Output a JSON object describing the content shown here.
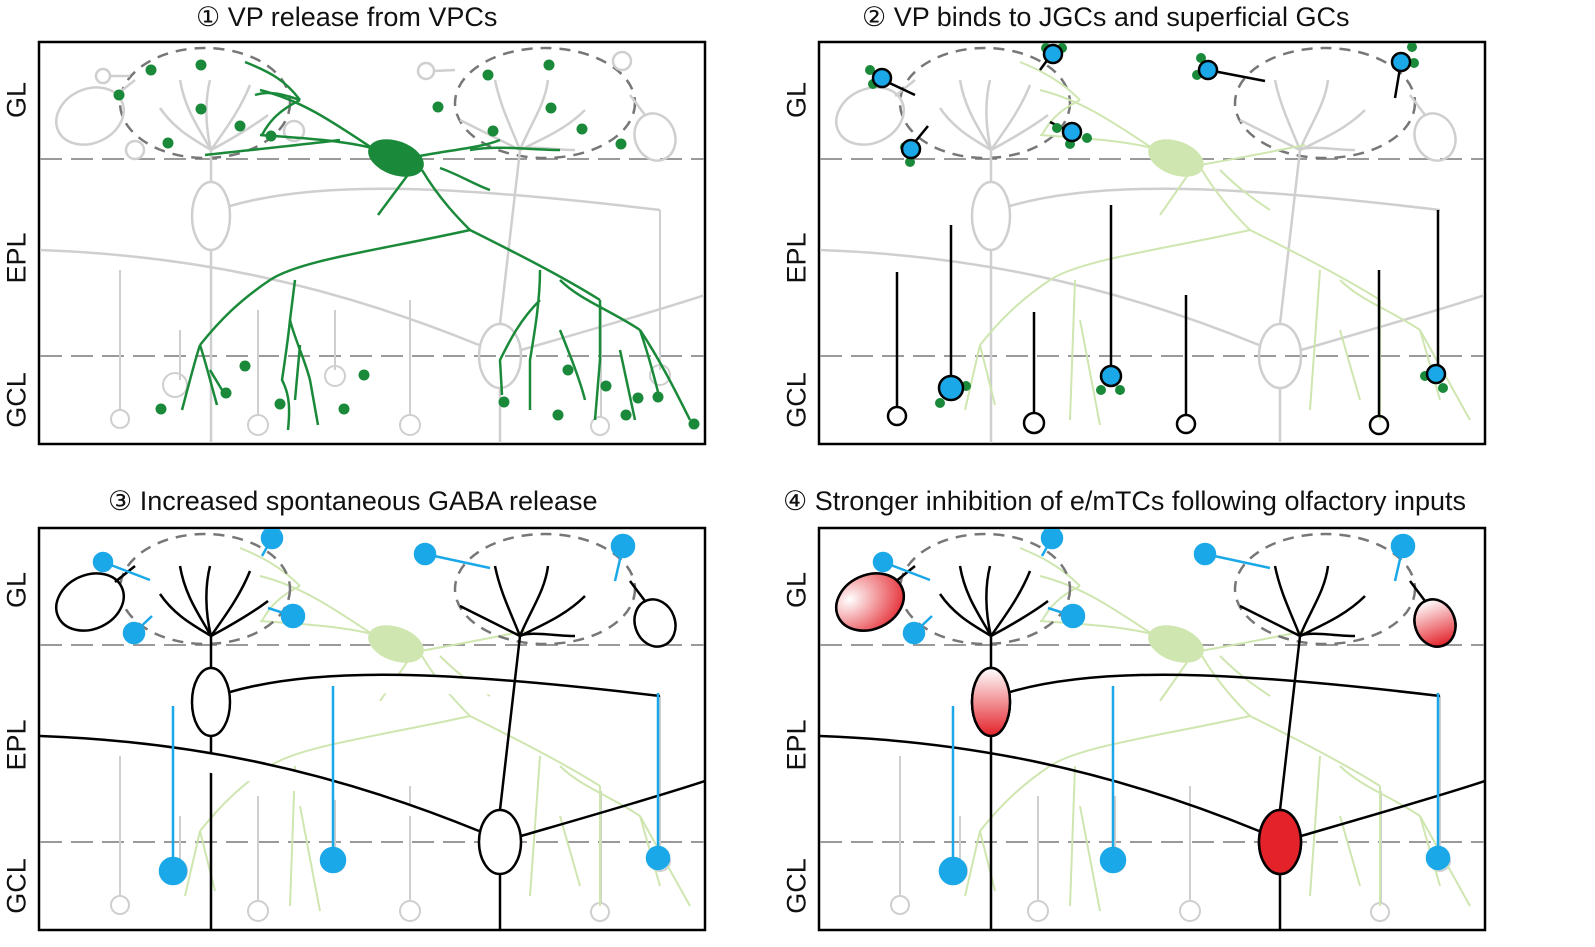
{
  "panels": [
    {
      "num": "①",
      "title": "VP release from VPCs"
    },
    {
      "num": "②",
      "title": "VP binds to JGCs and superficial GCs"
    },
    {
      "num": "③",
      "title": "Increased spontaneous GABA release"
    },
    {
      "num": "④",
      "title": "Stronger inhibition of e/mTCs following olfactory inputs"
    }
  ],
  "layers": {
    "gl": "GL",
    "epl": "EPL",
    "gcl": "GCL"
  },
  "colors": {
    "vp_green": "#1a8a3a",
    "faded_green": "#cfe6b0",
    "gc_blue": "#1aa8e8",
    "inactive_gray": "#cfcfcf",
    "active_red": "#e3222a",
    "boundary_gray": "#9a9a9a"
  }
}
